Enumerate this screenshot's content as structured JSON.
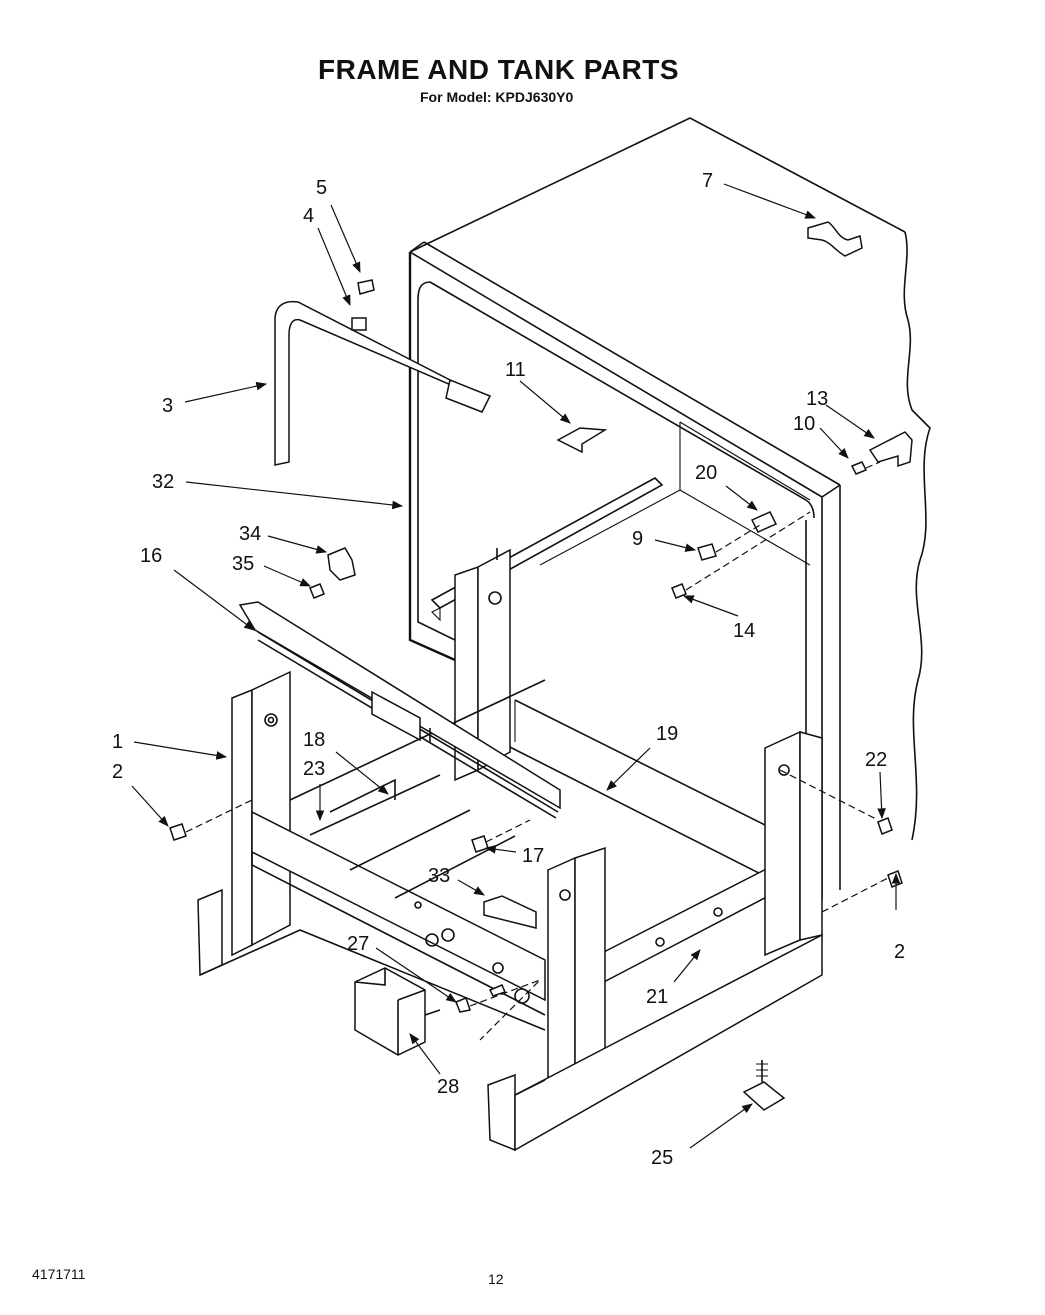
{
  "header": {
    "title": "FRAME AND TANK PARTS",
    "model_line": "For Model: KPDJ630Y0"
  },
  "footer": {
    "doc_number": "4171711",
    "page_number": "12"
  },
  "callouts": [
    {
      "id": "c1",
      "label": "1"
    },
    {
      "id": "c2a",
      "label": "2"
    },
    {
      "id": "c2b",
      "label": "2"
    },
    {
      "id": "c3",
      "label": "3"
    },
    {
      "id": "c4",
      "label": "4"
    },
    {
      "id": "c5",
      "label": "5"
    },
    {
      "id": "c7",
      "label": "7"
    },
    {
      "id": "c9",
      "label": "9"
    },
    {
      "id": "c10",
      "label": "10"
    },
    {
      "id": "c11",
      "label": "11"
    },
    {
      "id": "c13",
      "label": "13"
    },
    {
      "id": "c14",
      "label": "14"
    },
    {
      "id": "c16",
      "label": "16"
    },
    {
      "id": "c17",
      "label": "17"
    },
    {
      "id": "c18",
      "label": "18"
    },
    {
      "id": "c19",
      "label": "19"
    },
    {
      "id": "c20",
      "label": "20"
    },
    {
      "id": "c21",
      "label": "21"
    },
    {
      "id": "c22",
      "label": "22"
    },
    {
      "id": "c23",
      "label": "23"
    },
    {
      "id": "c25",
      "label": "25"
    },
    {
      "id": "c27",
      "label": "27"
    },
    {
      "id": "c28",
      "label": "28"
    },
    {
      "id": "c32",
      "label": "32"
    },
    {
      "id": "c33",
      "label": "33"
    },
    {
      "id": "c34",
      "label": "34"
    },
    {
      "id": "c35",
      "label": "35"
    }
  ]
}
